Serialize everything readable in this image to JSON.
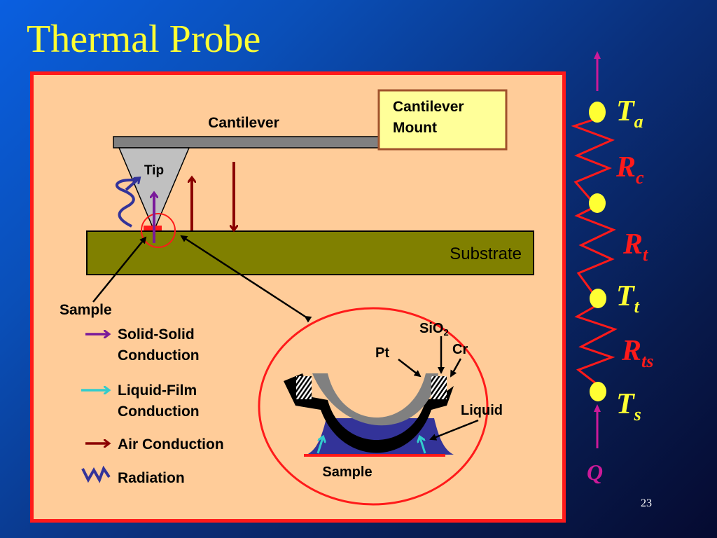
{
  "slide": {
    "title": "Thermal Probe",
    "page_number": "23"
  },
  "diagram": {
    "cantilever_label": "Cantilever",
    "cantilever_mount_label_line1": "Cantilever",
    "cantilever_mount_label_line2": "Mount",
    "tip_label": "Tip",
    "substrate_label": "Substrate",
    "sample_label": "Sample",
    "legend": [
      {
        "line1": "Solid-Solid",
        "line2": "Conduction",
        "icon": "purple-arrow-icon",
        "color": "#7a1a9a"
      },
      {
        "line1": "Liquid-Film",
        "line2": "Conduction",
        "icon": "cyan-arrow-icon",
        "color": "#33cccc"
      },
      {
        "line1": "Air Conduction",
        "line2": "",
        "icon": "dark-red-arrow-icon",
        "color": "#8b0000"
      },
      {
        "line1": "Radiation",
        "line2": "",
        "icon": "wavy-arrow-icon",
        "color": "#333399"
      }
    ],
    "detail": {
      "sio2_label": "SiO",
      "sio2_subscript": "2",
      "pt_label": "Pt",
      "cr_label": "Cr",
      "liquid_label": "Liquid",
      "sample_label": "Sample"
    }
  },
  "circuit": {
    "nodes": [
      {
        "symbol": "T",
        "subscript": "a"
      },
      {
        "symbol": "T",
        "subscript": "t"
      },
      {
        "symbol": "T",
        "subscript": "s"
      }
    ],
    "resistors": [
      {
        "symbol": "R",
        "subscript": "c"
      },
      {
        "symbol": "R",
        "subscript": "t"
      },
      {
        "symbol": "R",
        "subscript": "ts"
      }
    ],
    "heat_label": "Q"
  },
  "colors": {
    "title": "#ffff33",
    "panel_bg": "#ffcc99",
    "panel_border": "#ff1a1a",
    "substrate": "#808000",
    "node": "#ffff33",
    "resistor": "#ff1a1a",
    "heat": "#cc1a99"
  }
}
